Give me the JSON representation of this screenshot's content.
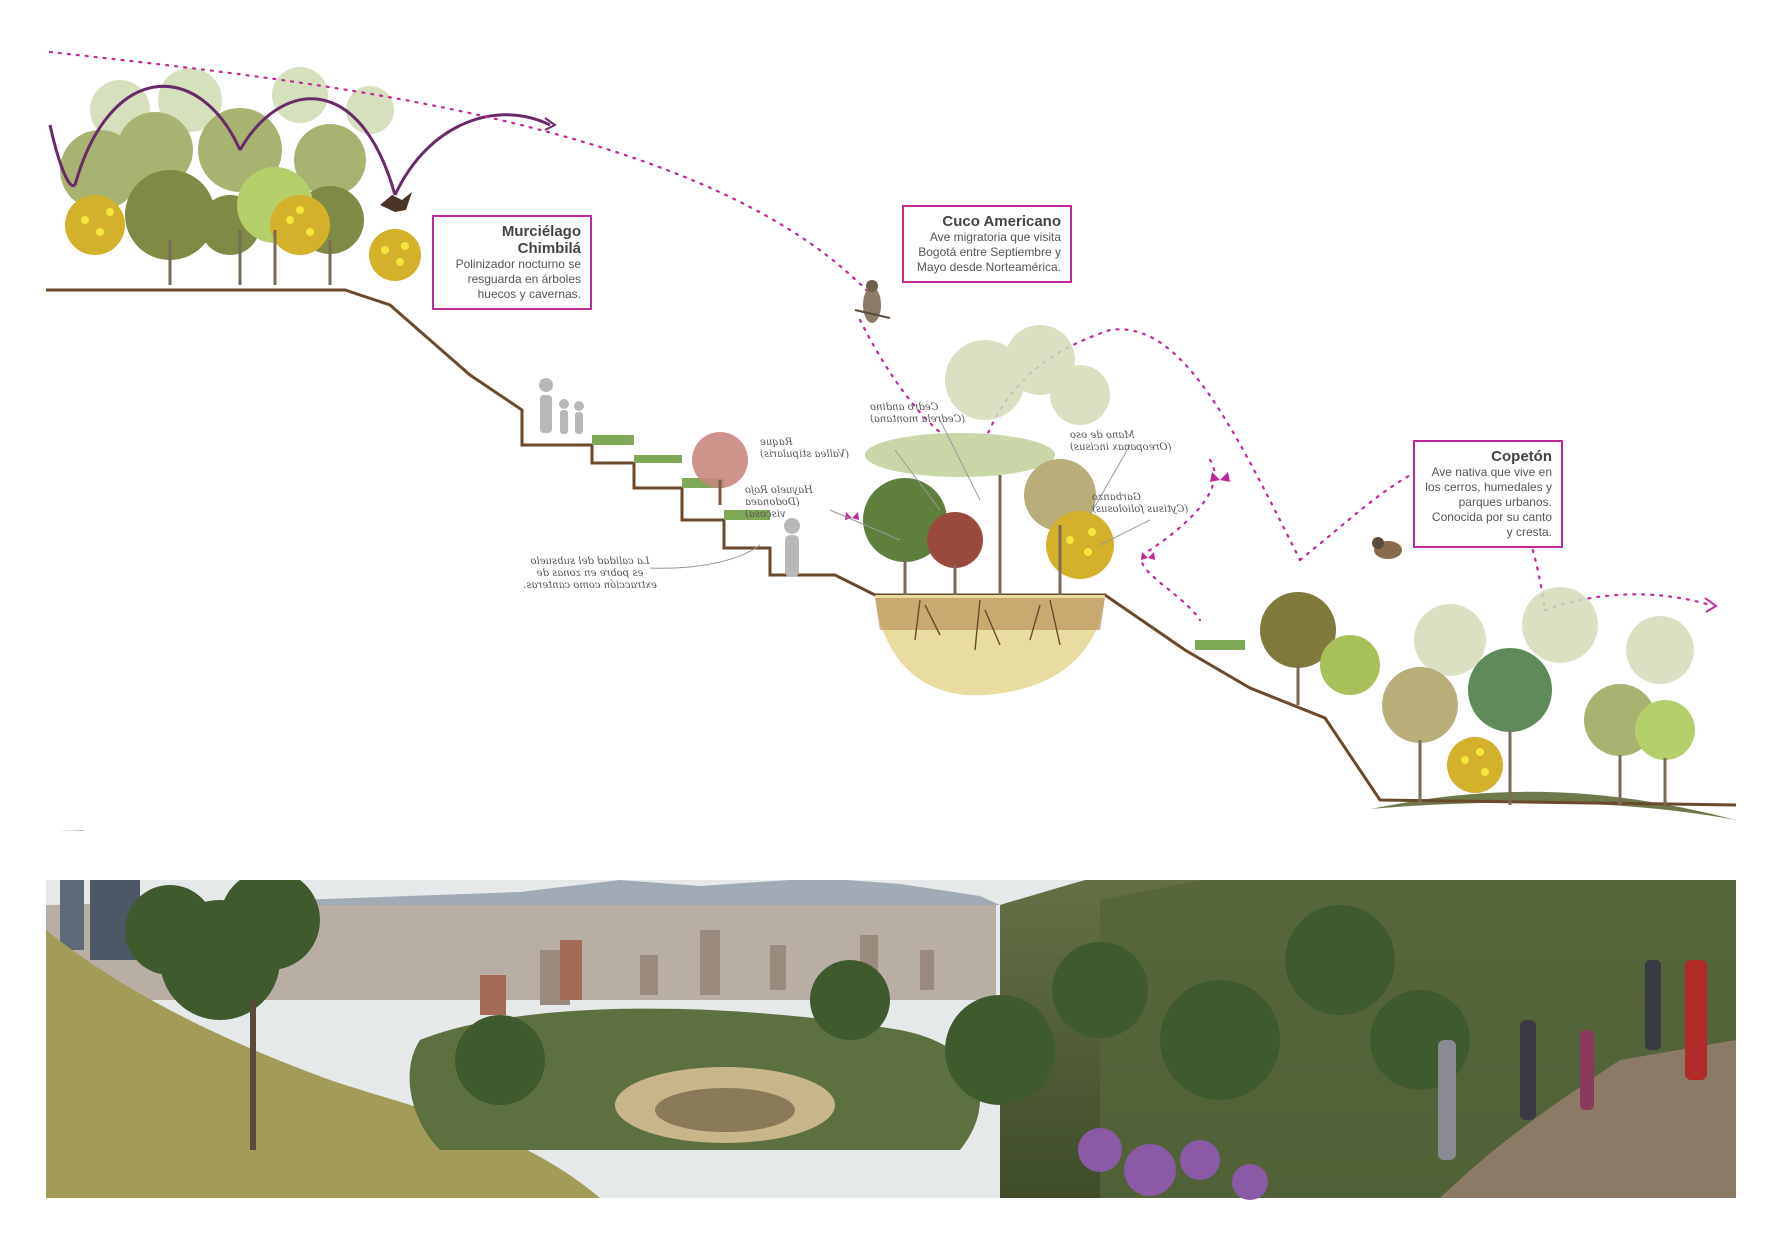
{
  "callouts": {
    "murcielago": {
      "title": "Murciélago\nChimbilá",
      "description": "Polinizador nocturno se resguarda en árboles huecos y cavernas."
    },
    "cuco": {
      "title": "Cuco Americano",
      "description": "Ave migratoria que visita Bogotá entre Septiembre y Mayo desde Norteamérica."
    },
    "copeton": {
      "title": "Copetón",
      "description": "Ave nativa que vive en los cerros, humedales y parques urbanos. Conocida por su canto y cresta."
    }
  },
  "plant_labels": {
    "cedro": "Cedro andino\n(Cedrela montana)",
    "raque": "Raque\n(Vallea stipularis)",
    "mano_oso": "Mano de oso\n(Oreopanax incisus)",
    "hayuelo": "Hayuelo Rojo\n(Dodonaea viscosa)",
    "garbanzo": "Garbanzo\n(Cytisus foliolosus)",
    "suelo": "La calidad del subsuelo\nes pobre en zonas de\nextracción como canteras."
  },
  "colors": {
    "magenta": "#c0289a",
    "ground_line": "#6b4a2b",
    "soil_bowl": "#e9dca0"
  }
}
